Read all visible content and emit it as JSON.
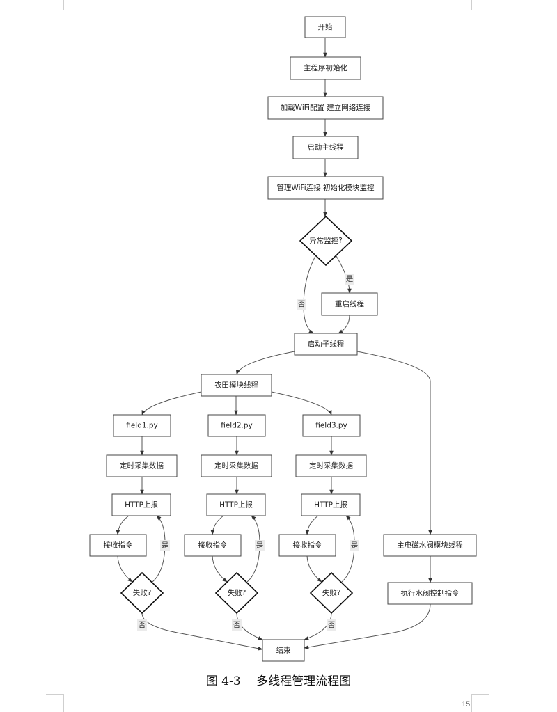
{
  "nodes": [
    {
      "id": "start",
      "label": "开始",
      "shape": "rect"
    },
    {
      "id": "main_init",
      "label": "主程序初始化",
      "shape": "rect"
    },
    {
      "id": "wifi_cfg",
      "label": "加载WiFi配置 建立网络连接",
      "shape": "rect"
    },
    {
      "id": "main_thread",
      "label": "启动主线程",
      "shape": "rect"
    },
    {
      "id": "manage_wifi",
      "label": "管理WiFi连接 初始化模块监控",
      "shape": "rect"
    },
    {
      "id": "anomaly",
      "label": "异常监控?",
      "shape": "diamond"
    },
    {
      "id": "restart",
      "label": "重启线程",
      "shape": "rect"
    },
    {
      "id": "sub_threads",
      "label": "启动子线程",
      "shape": "rect"
    },
    {
      "id": "farm_thread",
      "label": "农田模块线程",
      "shape": "rect"
    },
    {
      "id": "field1",
      "label": "field1.py",
      "shape": "rect"
    },
    {
      "id": "field2",
      "label": "field2.py",
      "shape": "rect"
    },
    {
      "id": "field3",
      "label": "field3.py",
      "shape": "rect"
    },
    {
      "id": "collect1",
      "label": "定时采集数据",
      "shape": "rect"
    },
    {
      "id": "collect2",
      "label": "定时采集数据",
      "shape": "rect"
    },
    {
      "id": "collect3",
      "label": "定时采集数据",
      "shape": "rect"
    },
    {
      "id": "http1",
      "label": "HTTP上报",
      "shape": "rect"
    },
    {
      "id": "http2",
      "label": "HTTP上报",
      "shape": "rect"
    },
    {
      "id": "http3",
      "label": "HTTP上报",
      "shape": "rect"
    },
    {
      "id": "recv1",
      "label": "接收指令",
      "shape": "rect"
    },
    {
      "id": "recv2",
      "label": "接收指令",
      "shape": "rect"
    },
    {
      "id": "recv3",
      "label": "接收指令",
      "shape": "rect"
    },
    {
      "id": "fail1",
      "label": "失败?",
      "shape": "diamond"
    },
    {
      "id": "fail2",
      "label": "失败?",
      "shape": "diamond"
    },
    {
      "id": "fail3",
      "label": "失败?",
      "shape": "diamond"
    },
    {
      "id": "valve_thread",
      "label": "主电磁水阀模块线程",
      "shape": "rect"
    },
    {
      "id": "valve_exec",
      "label": "执行水阀控制指令",
      "shape": "rect"
    },
    {
      "id": "end",
      "label": "结束",
      "shape": "rect"
    }
  ],
  "edges": [
    {
      "from": "start",
      "to": "main_init",
      "label": ""
    },
    {
      "from": "main_init",
      "to": "wifi_cfg",
      "label": ""
    },
    {
      "from": "wifi_cfg",
      "to": "main_thread",
      "label": ""
    },
    {
      "from": "main_thread",
      "to": "manage_wifi",
      "label": ""
    },
    {
      "from": "manage_wifi",
      "to": "anomaly",
      "label": ""
    },
    {
      "from": "anomaly",
      "to": "restart",
      "label": "是"
    },
    {
      "from": "anomaly",
      "to": "sub_threads",
      "label": "否"
    },
    {
      "from": "restart",
      "to": "sub_threads",
      "label": ""
    },
    {
      "from": "sub_threads",
      "to": "farm_thread",
      "label": ""
    },
    {
      "from": "sub_threads",
      "to": "valve_thread",
      "label": ""
    },
    {
      "from": "farm_thread",
      "to": "field1",
      "label": ""
    },
    {
      "from": "farm_thread",
      "to": "field2",
      "label": ""
    },
    {
      "from": "farm_thread",
      "to": "field3",
      "label": ""
    },
    {
      "from": "field1",
      "to": "collect1",
      "label": ""
    },
    {
      "from": "field2",
      "to": "collect2",
      "label": ""
    },
    {
      "from": "field3",
      "to": "collect3",
      "label": ""
    },
    {
      "from": "collect1",
      "to": "http1",
      "label": ""
    },
    {
      "from": "collect2",
      "to": "http2",
      "label": ""
    },
    {
      "from": "collect3",
      "to": "http3",
      "label": ""
    },
    {
      "from": "http1",
      "to": "recv1",
      "label": ""
    },
    {
      "from": "http2",
      "to": "recv2",
      "label": ""
    },
    {
      "from": "http3",
      "to": "recv3",
      "label": ""
    },
    {
      "from": "recv1",
      "to": "fail1",
      "label": ""
    },
    {
      "from": "recv2",
      "to": "fail2",
      "label": ""
    },
    {
      "from": "recv3",
      "to": "fail3",
      "label": ""
    },
    {
      "from": "fail1",
      "to": "http1",
      "label": "是"
    },
    {
      "from": "fail2",
      "to": "http2",
      "label": "是"
    },
    {
      "from": "fail3",
      "to": "http3",
      "label": "是"
    },
    {
      "from": "fail1",
      "to": "end",
      "label": "否"
    },
    {
      "from": "fail2",
      "to": "end",
      "label": "否"
    },
    {
      "from": "fail3",
      "to": "end",
      "label": "否"
    },
    {
      "from": "valve_thread",
      "to": "valve_exec",
      "label": ""
    },
    {
      "from": "valve_exec",
      "to": "end",
      "label": ""
    }
  ],
  "caption": "图 4-3　 多线程管理流程图",
  "page_number": "15",
  "colors": {
    "stroke": "#333333",
    "edge": "#555555",
    "label_bg": "#e8e8e8",
    "text": "#222222"
  }
}
